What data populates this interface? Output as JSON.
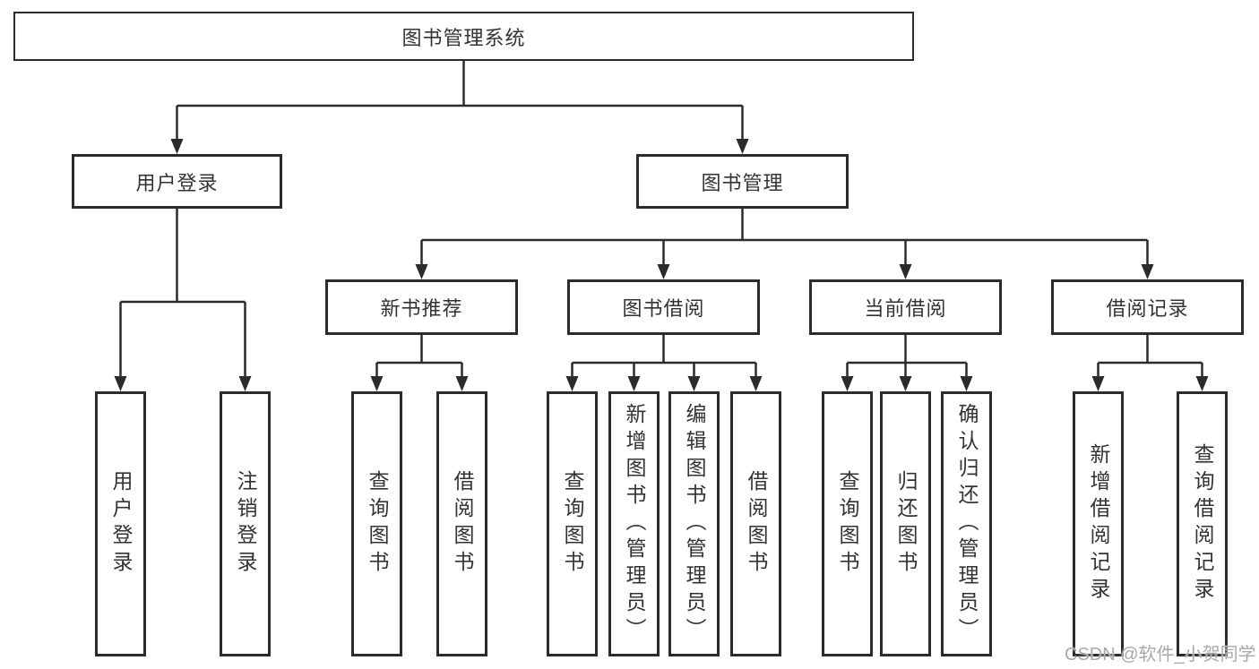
{
  "colors": {
    "line": "#2b2b2b",
    "border": "#2b2b2b",
    "text": "#333333",
    "background": "#ffffff",
    "watermark": "#a9a9a9"
  },
  "watermark": {
    "text": "CSDN @软件_小贺同学"
  },
  "tree": {
    "root": {
      "label": "图书管理系统"
    },
    "level2": [
      {
        "label": "用户登录",
        "children": [
          {
            "label": "用户登录"
          },
          {
            "label": "注销登录"
          }
        ]
      },
      {
        "label": "图书管理",
        "children": [
          {
            "label": "新书推荐",
            "children": [
              {
                "label": "查询图书"
              },
              {
                "label": "借阅图书"
              }
            ]
          },
          {
            "label": "图书借阅",
            "children": [
              {
                "label": "查询图书"
              },
              {
                "label": "新增图书（管理员）"
              },
              {
                "label": "编辑图书（管理员）"
              },
              {
                "label": "借阅图书"
              }
            ]
          },
          {
            "label": "当前借阅",
            "children": [
              {
                "label": "查询图书"
              },
              {
                "label": "归还图书"
              },
              {
                "label": "确认归还（管理员）"
              }
            ]
          },
          {
            "label": "借阅记录",
            "children": [
              {
                "label": "新增借阅记录"
              },
              {
                "label": "查询借阅记录"
              }
            ]
          }
        ]
      }
    ]
  }
}
